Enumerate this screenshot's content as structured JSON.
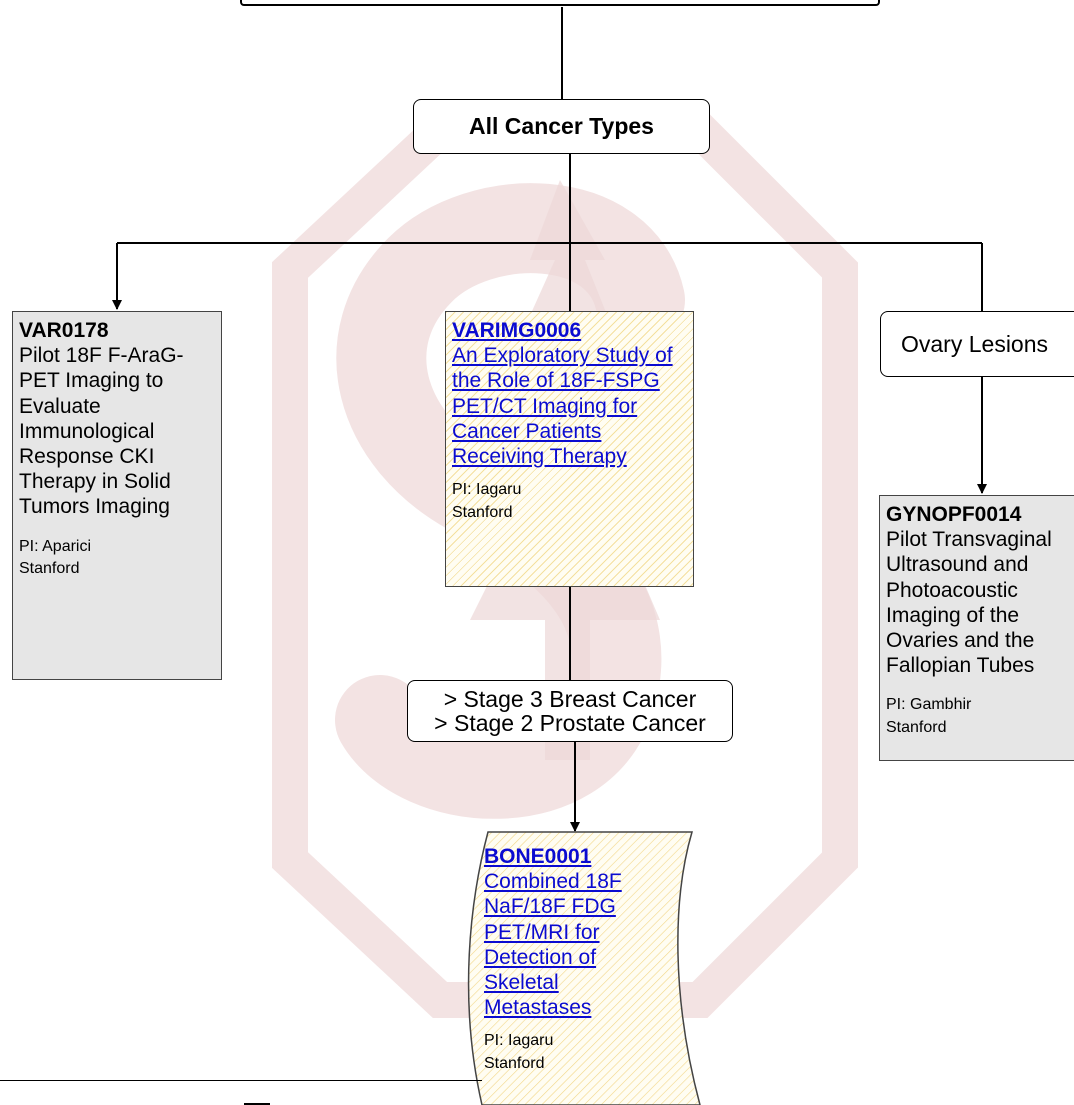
{
  "diagram": {
    "root": {
      "label": "All Cancer Types"
    },
    "filter_ovary": {
      "label": "Ovary Lesions"
    },
    "filter_stage": {
      "line1": "> Stage 3 Breast Cancer",
      "line2": "> Stage 2 Prostate Cancer"
    },
    "studies": [
      {
        "id": "VAR0178",
        "title": "Pilot 18F F-AraG-PET Imaging to Evaluate Immunological Response CKI Therapy in Solid Tumors Imaging",
        "pi": "PI: Aparici",
        "site": "Stanford",
        "linked": false
      },
      {
        "id": "VARIMG0006",
        "title": "An Exploratory Study of the Role of 18F-FSPG PET/CT Imaging for Cancer Patients Receiving Therapy",
        "pi": "PI: Iagaru",
        "site": "Stanford",
        "linked": true
      },
      {
        "id": "GYNOPF0014",
        "title": "Pilot Transvaginal Ultrasound and Photoacoustic Imaging of the Ovaries and the Fallopian Tubes",
        "pi": "PI: Gambhir",
        "site": "Stanford",
        "linked": false
      },
      {
        "id": "BONE0001",
        "title": "Combined 18F NaF/18F FDG PET/MRI for Detection of Skeletal Metastases",
        "pi": "PI: Iagaru",
        "site": "Stanford",
        "linked": true
      }
    ],
    "colors": {
      "link": "#0b0bd0",
      "gray_card": "#e6e6e6",
      "hatch": "#ecc85a",
      "watermark": "#f3e1e1"
    }
  }
}
